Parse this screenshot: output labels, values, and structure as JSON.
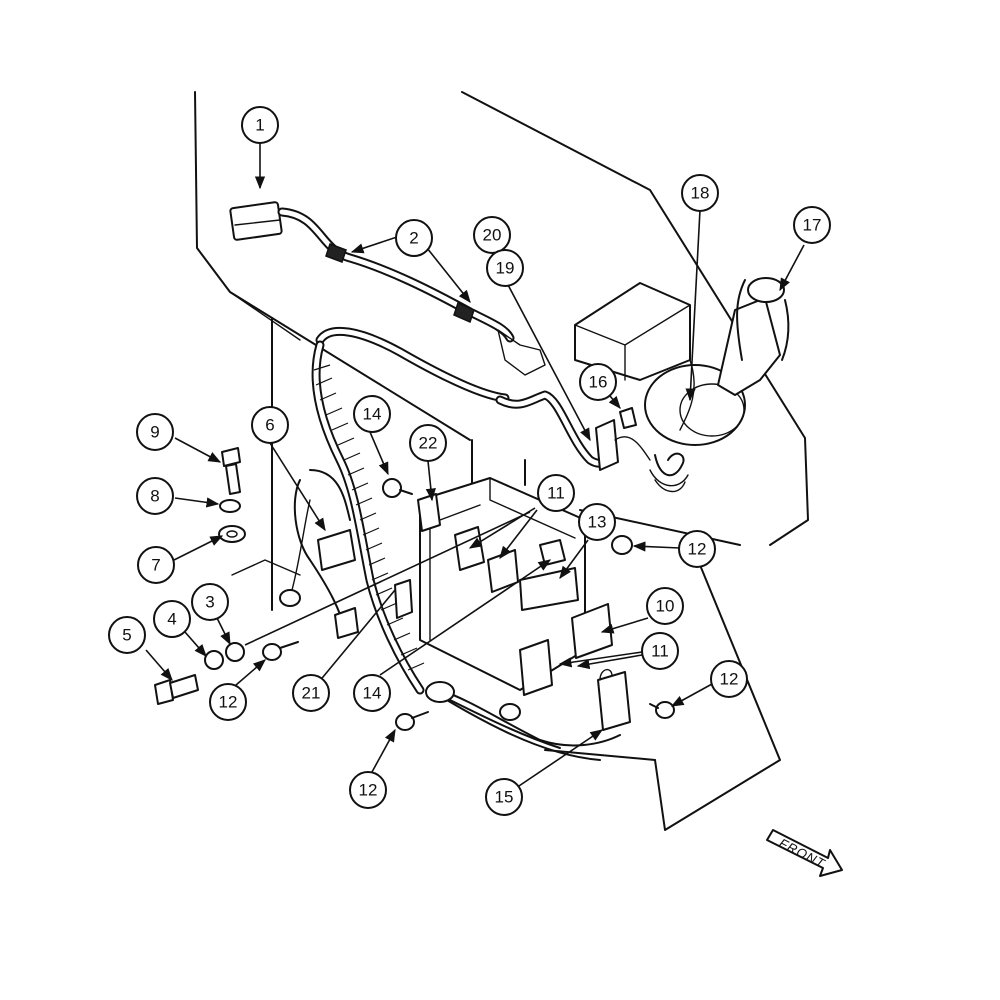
{
  "callouts": {
    "c1": "1",
    "c2": "2",
    "c3": "3",
    "c4": "4",
    "c5": "5",
    "c6": "6",
    "c7": "7",
    "c8": "8",
    "c9": "9",
    "c10": "10",
    "c11a": "11",
    "c11b": "11",
    "c12a": "12",
    "c12b": "12",
    "c12c": "12",
    "c12d": "12",
    "c13": "13",
    "c14a": "14",
    "c14b": "14",
    "c15": "15",
    "c16": "16",
    "c17": "17",
    "c18": "18",
    "c19": "19",
    "c20": "20",
    "c21": "21",
    "c22": "22"
  },
  "front_arrow": {
    "label": "FRONT"
  }
}
